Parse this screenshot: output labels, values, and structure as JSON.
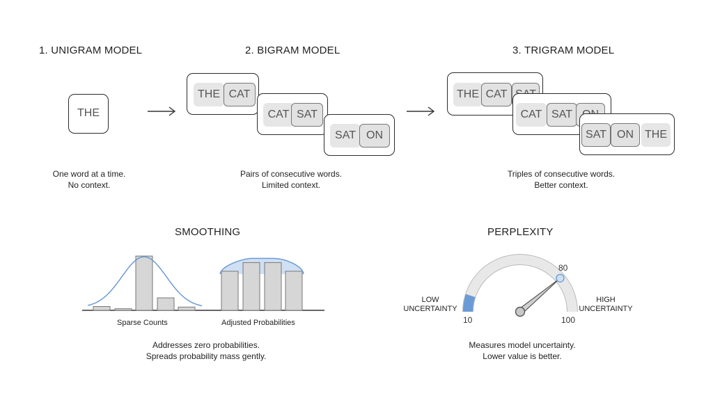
{
  "models": {
    "unigram": {
      "title": "1. UNIGRAM MODEL",
      "token": "THE",
      "caption_line1": "One word at a time.",
      "caption_line2": "No context."
    },
    "bigram": {
      "title": "2. BIGRAM MODEL",
      "row1": [
        "THE",
        "CAT"
      ],
      "row2": [
        "CAT",
        "SAT"
      ],
      "row3": [
        "SAT",
        "ON"
      ],
      "caption_line1": "Pairs of consecutive words.",
      "caption_line2": "Limited context."
    },
    "trigram": {
      "title": "3. TRIGRAM MODEL",
      "row1": [
        "THE",
        "CAT",
        "SAT"
      ],
      "row2": [
        "CAT",
        "SAT",
        "ON"
      ],
      "row3": [
        "SAT",
        "ON",
        "THE"
      ],
      "caption_line1": "Triples of consecutive words.",
      "caption_line2": "Better context."
    }
  },
  "smoothing": {
    "title": "SMOOTHING",
    "left_label": "Sparse Counts",
    "right_label": "Adjusted Probabilities",
    "caption_line1": "Addresses zero probabilities.",
    "caption_line2": "Spreads probability mass gently.",
    "sparse_counts": [
      0.07,
      0.03,
      1.0,
      0.23,
      0.06
    ],
    "adjusted": [
      0.72,
      0.88,
      0.88,
      0.72
    ],
    "colors": {
      "bar": "#d6d6d6",
      "curve": "#6b9bd6",
      "fill": "#cfe0f5"
    }
  },
  "perplexity": {
    "title": "PERPLEXITY",
    "low_label_line1": "LOW",
    "low_label_line2": "UNCERTAINTY",
    "high_label_line1": "HIGH",
    "high_label_line2": "UNCERTAINTY",
    "min": "10",
    "max": "100",
    "marker": "80",
    "value": 80,
    "caption_line1": "Measures model uncertainty.",
    "caption_line2": "Lower value is better.",
    "colors": {
      "accent": "#6b9bd6",
      "track": "#e8e8e8"
    }
  },
  "icons": {
    "arrow": "right-arrow-icon"
  }
}
